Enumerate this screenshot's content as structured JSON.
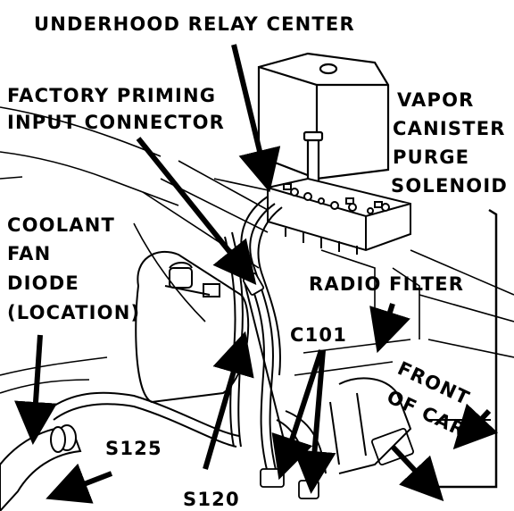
{
  "labels": {
    "underhood_relay_center": "UNDERHOOD RELAY CENTER",
    "factory_priming_line1": "FACTORY PRIMING",
    "factory_priming_line2": "INPUT CONNECTOR",
    "vapor_line1": "VAPOR",
    "vapor_line2": "CANISTER",
    "vapor_line3": "PURGE",
    "vapor_line4": "SOLENOID",
    "coolant_line1": "COOLANT",
    "coolant_line2": "FAN",
    "coolant_line3": "DIODE",
    "coolant_line4": "(LOCATION)",
    "radio_filter": "RADIO FILTER",
    "c101": "C101",
    "front_of_car_line1": "FRONT",
    "front_of_car_line2": "OF CAR",
    "s125": "S125",
    "s120": "S120"
  },
  "colors": {
    "ink": "#000000",
    "paper": "#ffffff"
  }
}
